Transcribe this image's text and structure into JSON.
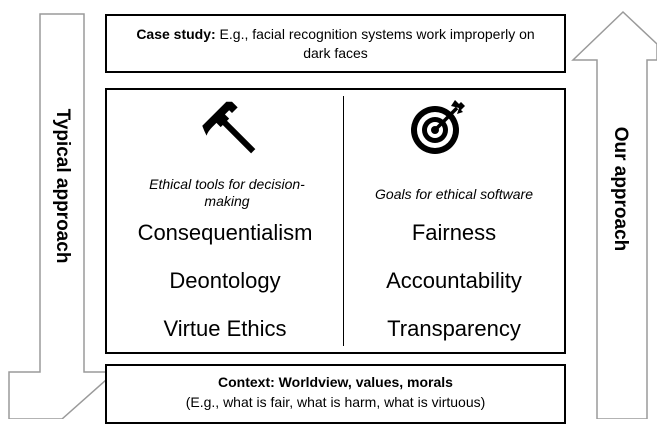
{
  "case_study": {
    "label": "Case study:",
    "text": " E.g., facial recognition systems work improperly on dark faces"
  },
  "left_arrow": {
    "label": "Typical approach"
  },
  "right_arrow": {
    "label": "Our approach"
  },
  "tools": {
    "icon": "hammer-icon",
    "subtitle": "Ethical tools for decision-making",
    "items": [
      "Consequentialism",
      "Deontology",
      "Virtue Ethics"
    ]
  },
  "goals": {
    "icon": "target-icon",
    "subtitle": "Goals for ethical software",
    "items": [
      "Fairness",
      "Accountability",
      "Transparency"
    ]
  },
  "context": {
    "title": "Context: Worldview, values, morals",
    "text": "(E.g., what is fair, what is harm, what is virtuous)"
  }
}
